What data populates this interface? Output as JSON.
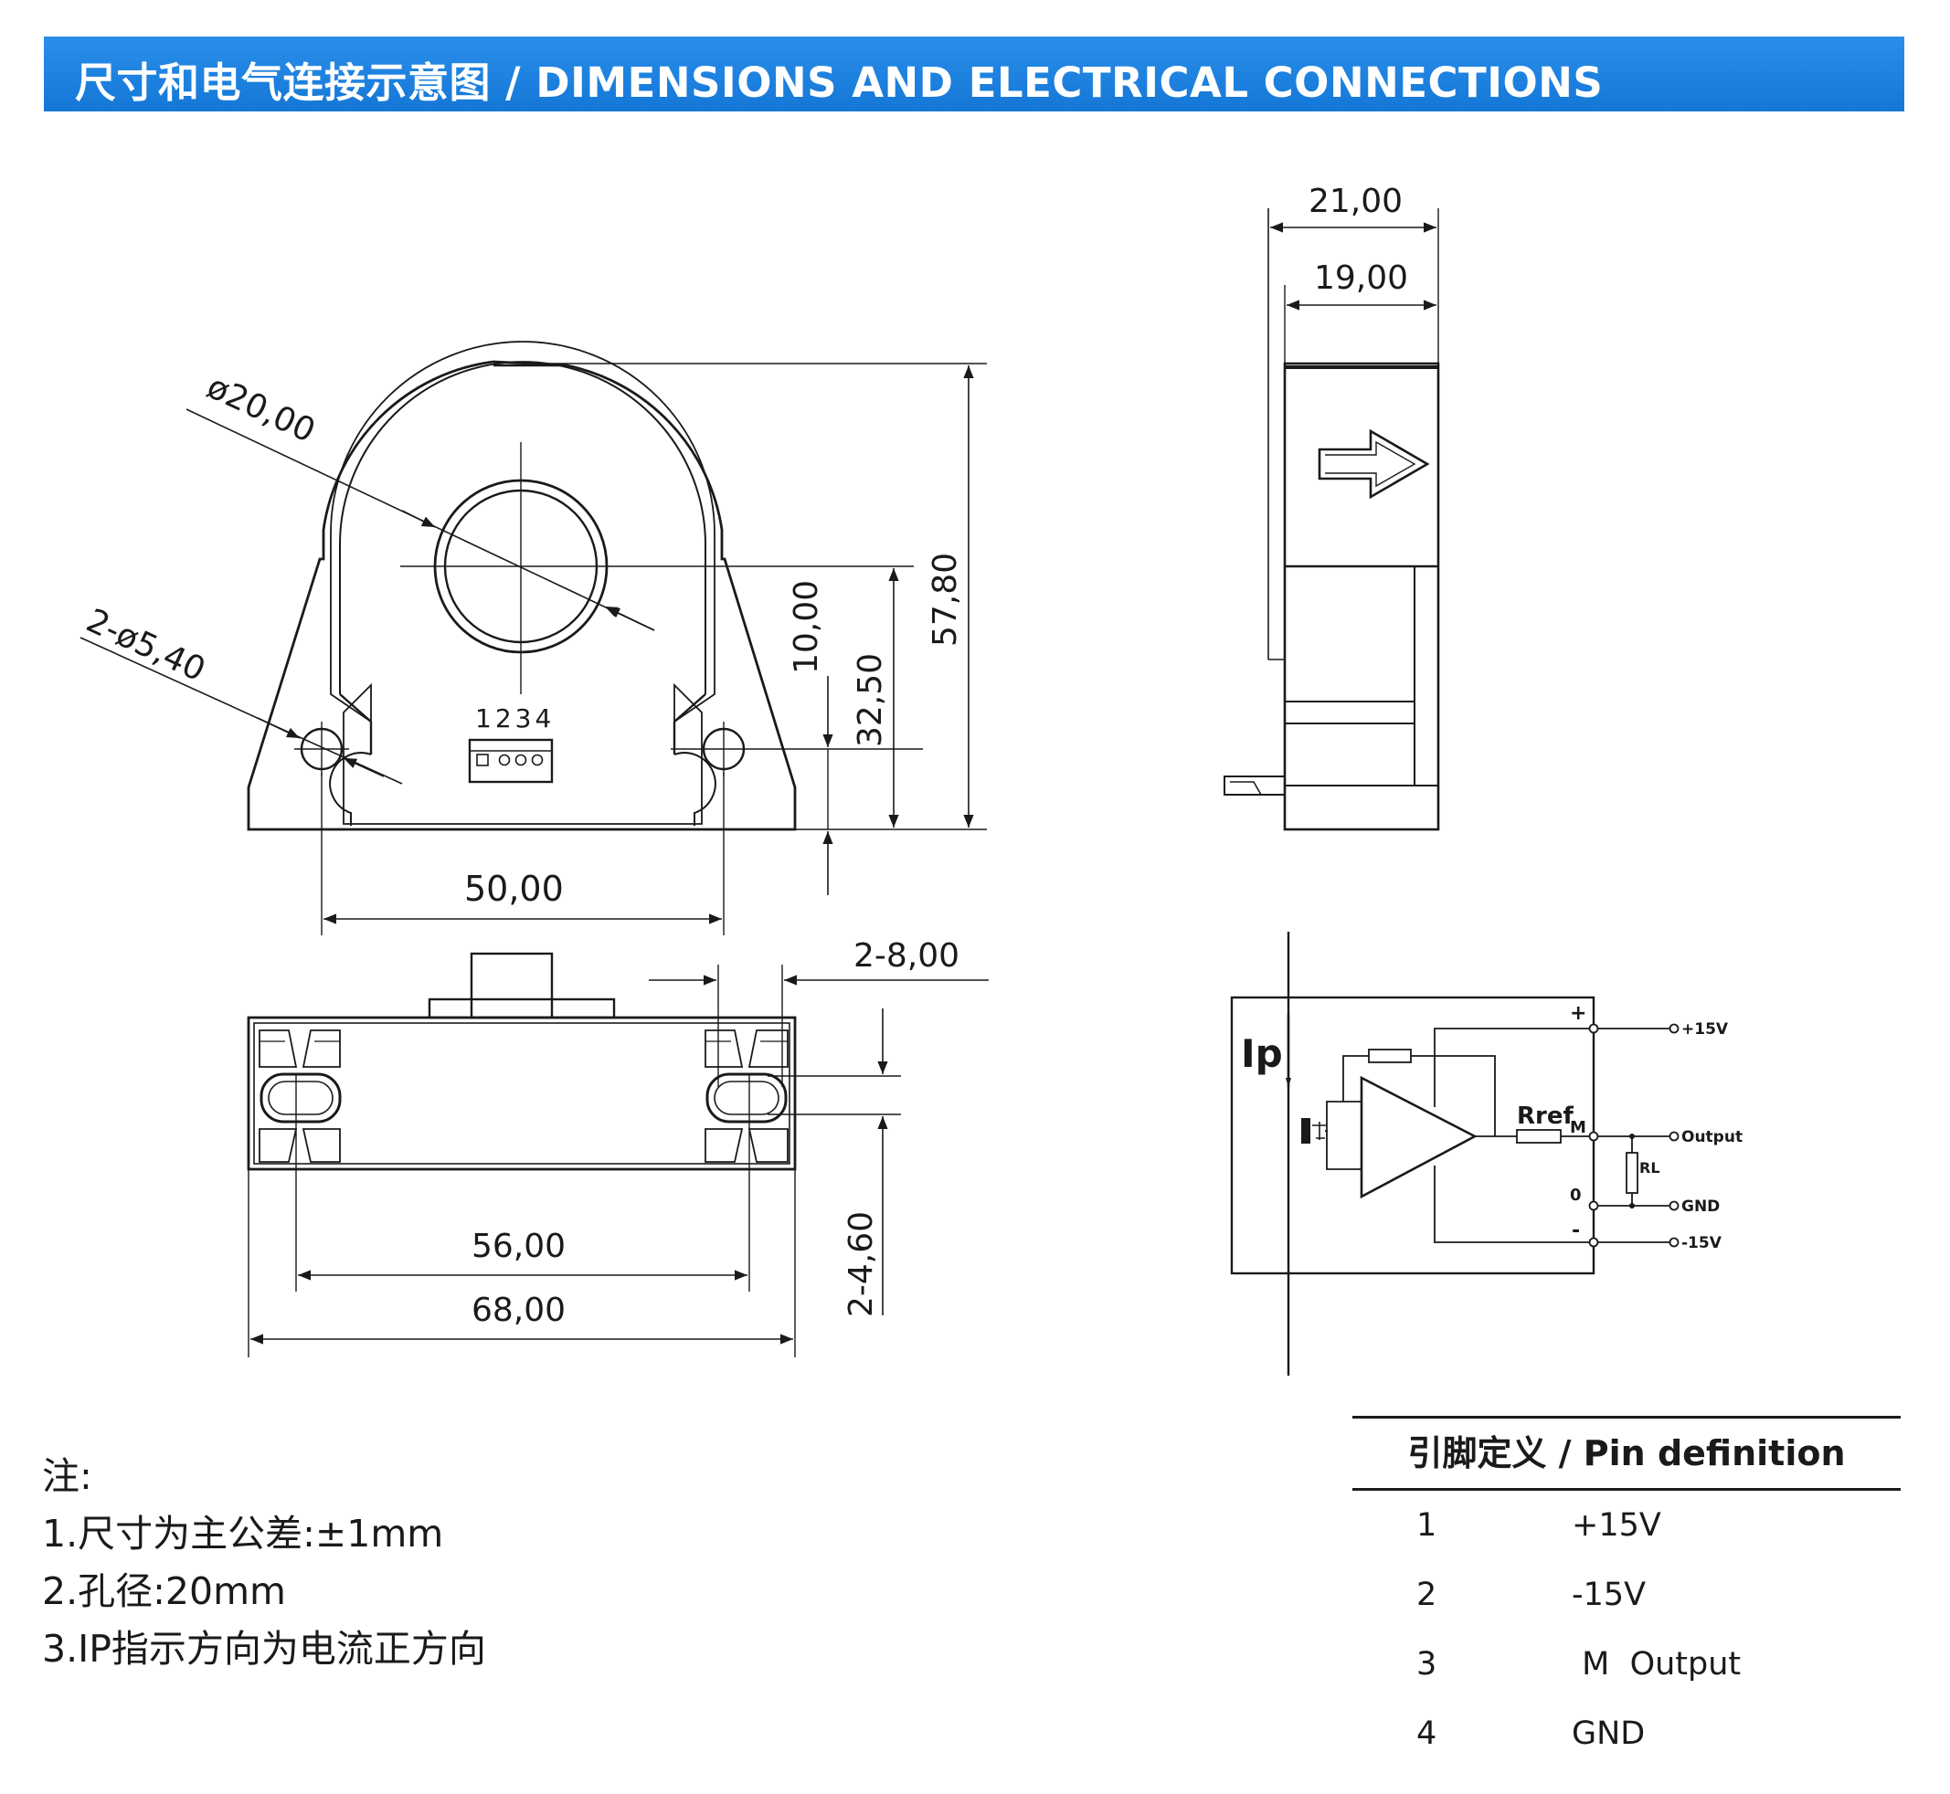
{
  "header": {
    "title": "尺寸和电气连接示意图 / DIMENSIONS AND ELECTRICAL CONNECTIONS",
    "background": "#1a7fe0"
  },
  "front_view": {
    "hole_diameter": "ø20,00",
    "mount_holes": "2-ø5,40",
    "pin_numbers": "1234",
    "dim_center_height": "10,00",
    "dim_hole_height": "32,50",
    "dim_total_height": "57,80",
    "dim_mount_spacing": "50,00"
  },
  "side_view": {
    "dim_total_depth": "21,00",
    "dim_body_depth": "19,00"
  },
  "bottom_view": {
    "dim_slot_width": "2-8,00",
    "dim_slot_height": "2-4,60",
    "dim_slot_spacing": "56,00",
    "dim_total_width": "68,00"
  },
  "circuit": {
    "current_label": "Ip",
    "resistor_label": "Rref",
    "load_label": "RL",
    "node_plus": "+",
    "node_m": "M",
    "node_zero": "0",
    "node_minus": "-",
    "terminals": [
      "+15V",
      "Output",
      "GND",
      "-15V"
    ]
  },
  "notes": {
    "title": "注:",
    "items": [
      "1.尺寸为主公差:±1mm",
      "2.孔径:20mm",
      "3.IP指示方向为电流正方向"
    ]
  },
  "pin_table": {
    "title": "引脚定义 / Pin definition",
    "rows": [
      {
        "pin": "1",
        "function": "+15V"
      },
      {
        "pin": "2",
        "function": "-15V"
      },
      {
        "pin": "3",
        "function": " M  Output"
      },
      {
        "pin": "4",
        "function": "GND"
      }
    ]
  }
}
